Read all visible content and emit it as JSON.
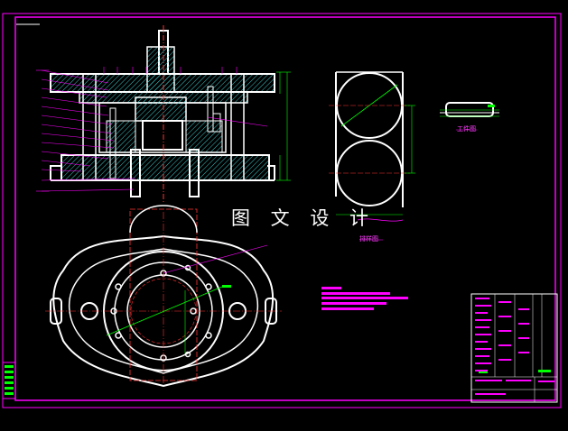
{
  "drawing": {
    "watermark": "图 文 设 计",
    "views": {
      "blank_layout_label": "排样图",
      "part_label": "工件图"
    }
  },
  "colors": {
    "background": "#000000",
    "geometry": "#ffffff",
    "frame": "#ff00ff",
    "dimension": "#00ff00",
    "centerline": "#ff3333",
    "hatch": "#3cc8c8",
    "notes": "#ff00ff"
  },
  "icons": [
    "drawing-frame",
    "section-view",
    "top-view",
    "strip-layout",
    "part-view",
    "title-block"
  ]
}
